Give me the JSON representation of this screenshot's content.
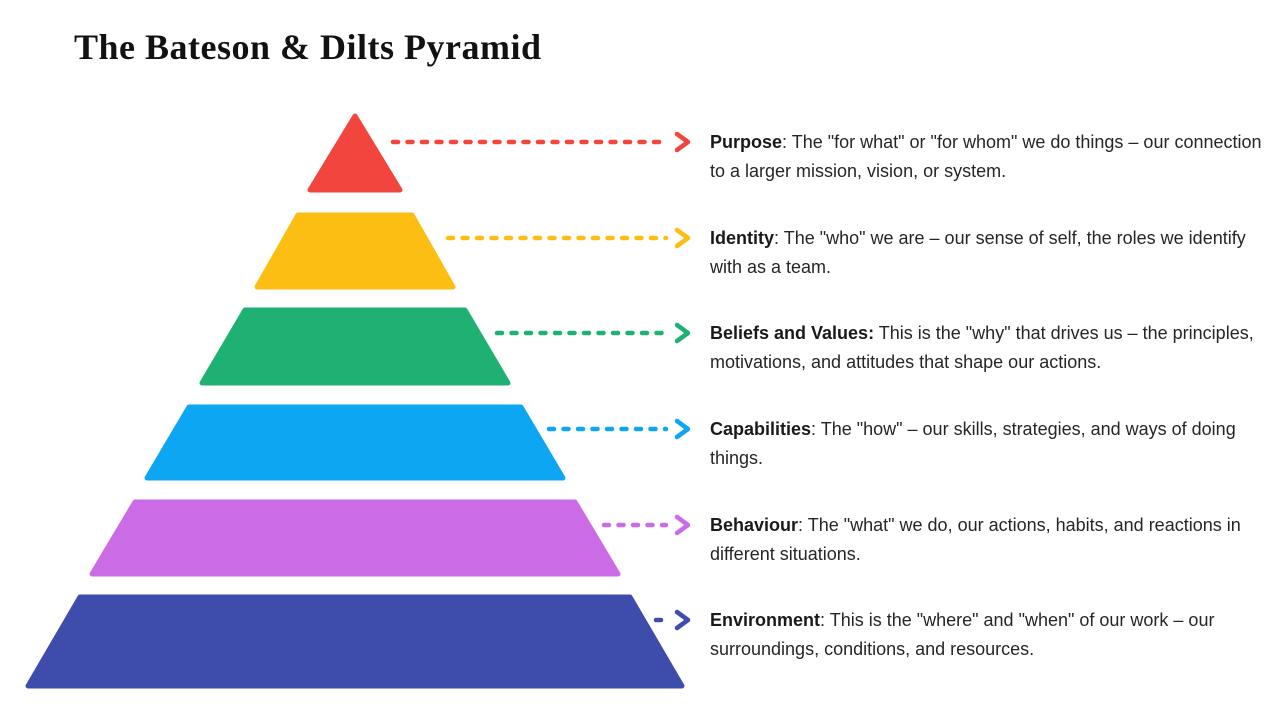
{
  "title": "The Bateson & Dilts Pyramid",
  "background_color": "#ffffff",
  "text_color": "#262626",
  "levels": [
    {
      "name": "Purpose",
      "color": "#F2453D",
      "label": "Purpose",
      "separator": ": ",
      "description": "The \"for what\" or \"for whom\" we do things – our connection to a larger mission, vision, or system."
    },
    {
      "name": "Identity",
      "color": "#FCBE12",
      "label": "Identity",
      "separator": ": ",
      "description": "The \"who\" we are – our sense of self, the roles we identify with as a team."
    },
    {
      "name": "Beliefs and Values",
      "color": "#1FB173",
      "label": "Beliefs and Values:",
      "separator": " ",
      "description": "This is the \"why\" that drives us – the principles, motivations, and attitudes that shape our actions."
    },
    {
      "name": "Capabilities",
      "color": "#0DA6F2",
      "label": "Capabilities",
      "separator": ": ",
      "description": "The \"how\" – our skills, strategies, and ways of doing things."
    },
    {
      "name": "Behaviour",
      "color": "#CB6CE6",
      "label": "Behaviour",
      "separator": ": ",
      "description": "The \"what\" we do, our actions, habits, and reactions in different situations."
    },
    {
      "name": "Environment",
      "color": "#3E4DAB",
      "label": "Environment",
      "separator": ": ",
      "description": "This is the \"where\" and \"when\" of our work – our surroundings, conditions, and resources."
    }
  ]
}
